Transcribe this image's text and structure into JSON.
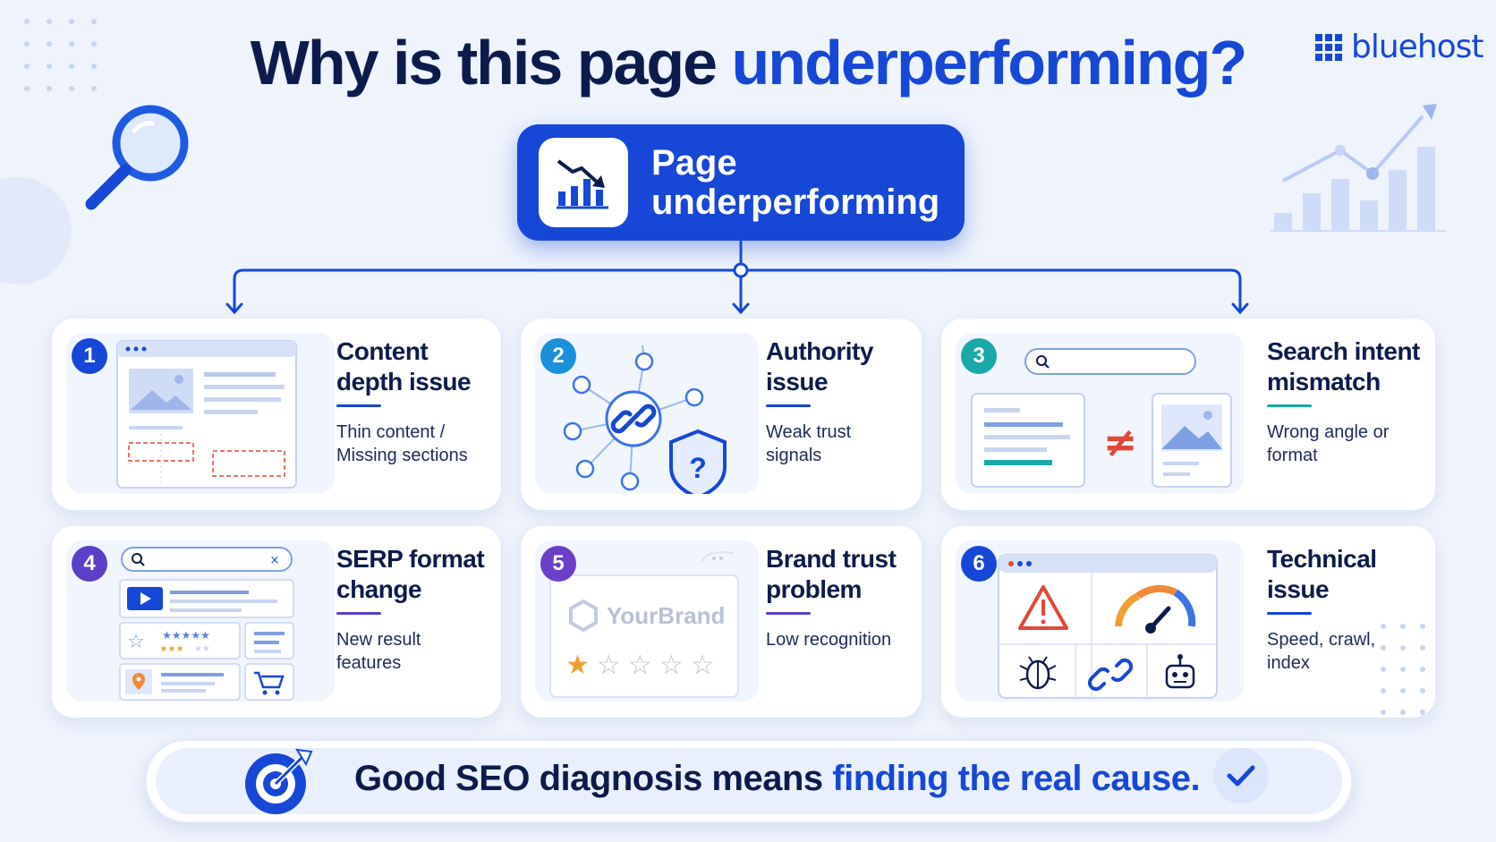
{
  "header": {
    "title_part1": "Why is this page ",
    "title_part2": "underperforming?",
    "brand": "bluehost"
  },
  "root": {
    "label": "Page underperforming"
  },
  "cards": [
    {
      "number": "1",
      "title": "Content depth issue",
      "desc": "Thin content / Missing sections"
    },
    {
      "number": "2",
      "title": "Authority issue",
      "desc": "Weak trust signals"
    },
    {
      "number": "3",
      "title": "Search intent mismatch",
      "desc": "Wrong angle or format"
    },
    {
      "number": "4",
      "title": "SERP format change",
      "desc": "New result features"
    },
    {
      "number": "5",
      "title": "Brand trust problem",
      "desc": "Low recognition",
      "brand_mock": "YourBrand",
      "rating": 1,
      "rating_max": 5
    },
    {
      "number": "6",
      "title": "Technical issue",
      "desc": "Speed, crawl, index"
    }
  ],
  "colors": {
    "primary": "#1747d6",
    "dark": "#0d1b4c",
    "n1": "#1747d6",
    "n2": "#1b8fd9",
    "n3": "#1aa8a8",
    "n4": "#5a3fc9",
    "n5": "#6a3fc9",
    "n6": "#1747d6",
    "warning": "#e4473a"
  },
  "banner": {
    "text_part1": "Good SEO diagnosis means ",
    "text_part2": "finding the real cause."
  }
}
